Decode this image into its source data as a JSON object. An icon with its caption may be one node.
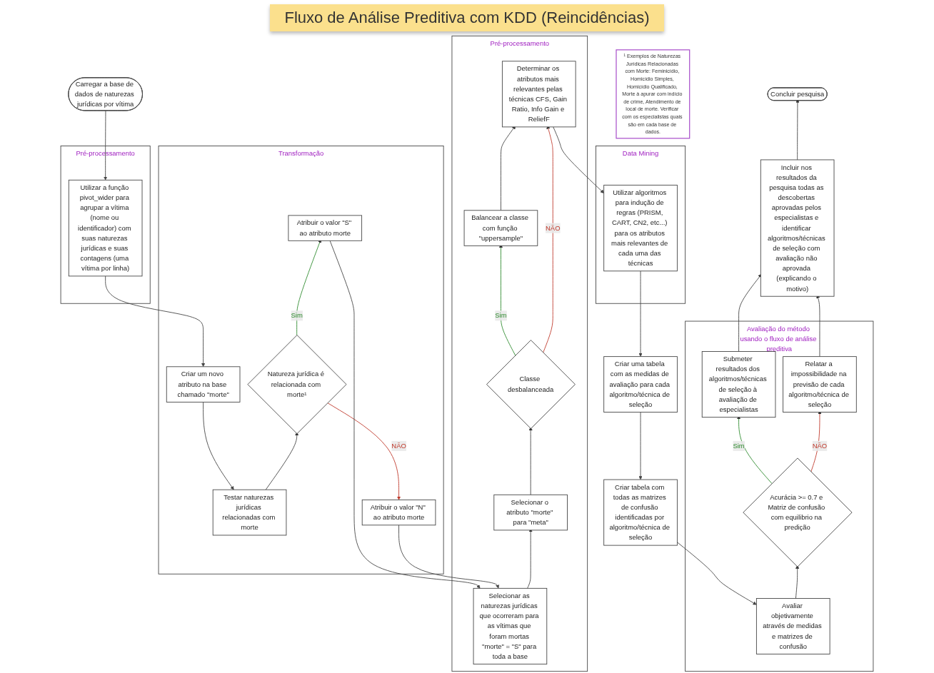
{
  "diagram": {
    "title": "Fluxo de Análise Preditiva com KDD (Reincidências)",
    "nodes": [
      {
        "text": [
          "Carregar a base de dados de naturezas jurídicas por vítima"
        ]
      },
      {
        "text": [
          "Pré-processamento"
        ]
      },
      {
        "text": [
          "Utilizar a função pivot_wider para agrupar a vítima (nome ou identificador) com suas naturezas jurídicas e suas contagens (uma vítima por linha)"
        ],
        "in": 1
      },
      {
        "text": [
          "Transformação"
        ]
      },
      {
        "text": [
          "Criar um novo atributo na base chamado \"morte\""
        ],
        "in": 3
      },
      {
        "text": [
          "Atribuir o valor \"S\" ao atributo morte"
        ],
        "in": 3
      },
      {
        "text": [
          "Natureza jurídica é relacionada com morte¹"
        ],
        "in": 3
      },
      {
        "text": [
          "Testar naturezas jurídicas relacionadas com morte"
        ],
        "in": 3
      },
      {
        "text": [
          "Atribuir o valor \"N\" ao atributo morte"
        ],
        "in": 3
      },
      {
        "text": [
          "Pré-processamento"
        ]
      },
      {
        "text": [
          "Determinar os atributos mais relevantes pelas técnicas CFS, Gain Ratio, Info Gain e ReliefF"
        ],
        "in": 9
      },
      {
        "text": [
          "Balancear a classe com função \"uppersample\""
        ],
        "in": 9
      },
      {
        "text": [
          "Classe desbalanceada"
        ],
        "in": 9
      },
      {
        "text": [
          "Selecionar o atributo \"morte\" para \"meta\""
        ],
        "in": 9
      },
      {
        "text": [
          "Selecionar as naturezas jurídicas que ocorreram para as vítimas que foram mortas \"morte\" = \"S\" para toda a base"
        ],
        "in": 9
      },
      {
        "text": [
          "Data Mining"
        ]
      },
      {
        "text": [
          "Utilizar algoritmos para indução de regras (PRISM, CART, CN2, etc...) para os atributos mais relevantes de cada uma das técnicas"
        ],
        "in": 15
      },
      {
        "text": [
          "Criar uma tabela com as medidas de avaliação para cada algoritmo/técnica de seleção"
        ]
      },
      {
        "text": [
          "Criar tabela com todas as matrizes de confusão identificadas por algoritmo/técnica de seleção"
        ]
      },
      {
        "text": [
          "Concluir pesquisa"
        ]
      },
      {
        "text": [
          "Incluir nos resultados da pesquisa todas as descobertas aprovadas pelos especialistas e identificar algoritmos/técnicas de seleção com avaliação não aprovada (explicando o motivo)"
        ]
      },
      {
        "text": [
          "Avaliação do método usando o fluxo de análise preditiva"
        ]
      },
      {
        "text": [
          "Submeter resultados dos algoritmos/técnicas de seleção à avaliação de especialistas"
        ],
        "in": 21
      },
      {
        "text": [
          "Relatar a impossibilidade na previsão de cada algoritmo/técnica de seleção"
        ],
        "in": 21
      },
      {
        "text": [
          "Acurácia >= 0.7 e Matriz de confusão com equilibrio na predição"
        ],
        "in": 21
      },
      {
        "text": [
          "Avaliar objetivamente através de medidas e matrizes de confusão"
        ],
        "in": 21
      },
      {
        "text": [
          "¹ Exemplos de Naturezas Jurídicas Relacionadas com Morte: Feminicídio, Homicídio Simples, Homicídio Qualificado, Morte à apurar com indício de crime, Atendimento de local de morte. Verificar com os especialistas quais são em cada base de dados."
        ]
      }
    ],
    "edges": [
      {
        "from": 0,
        "to": 2,
        "arrow": "to"
      },
      {
        "from": 2,
        "to": 4,
        "arrow": "to"
      },
      {
        "from": 4,
        "to": 7,
        "arrow": "to"
      },
      {
        "from": 7,
        "to": 6,
        "arrow": "to"
      },
      {
        "from": 6,
        "to": 5,
        "arrow": "to",
        "label": "Sim",
        "color": "#2e8b2e"
      },
      {
        "from": 6,
        "to": 8,
        "arrow": "to",
        "label": "NÃO",
        "color": "#c0392b"
      },
      {
        "from": 5,
        "to": 14,
        "arrow": "to"
      },
      {
        "from": 8,
        "to": 14,
        "arrow": "to"
      },
      {
        "from": 14,
        "to": 13,
        "arrow": "to"
      },
      {
        "from": 13,
        "to": 12,
        "arrow": "to"
      },
      {
        "from": 12,
        "to": 11,
        "arrow": "to",
        "label": "Sim",
        "color": "#2e8b2e"
      },
      {
        "from": 12,
        "to": 10,
        "arrow": "to",
        "label": "NÃO",
        "color": "#c0392b"
      },
      {
        "from": 11,
        "to": 10,
        "arrow": "to"
      },
      {
        "from": 10,
        "to": 16,
        "arrow": "to"
      },
      {
        "from": 16,
        "to": 17,
        "arrow": "to"
      },
      {
        "from": 17,
        "to": 18,
        "arrow": "to"
      },
      {
        "from": 18,
        "to": 25,
        "arrow": "to"
      },
      {
        "from": 25,
        "to": 24,
        "arrow": "to"
      },
      {
        "from": 24,
        "to": 22,
        "arrow": "to",
        "label": "Sim",
        "color": "#2e8b2e"
      },
      {
        "from": 24,
        "to": 23,
        "arrow": "to",
        "label": "NÃO",
        "color": "#c0392b"
      },
      {
        "from": 22,
        "to": 20,
        "arrow": "to"
      },
      {
        "from": 23,
        "to": 20,
        "arrow": "to"
      },
      {
        "from": 20,
        "to": 19,
        "arrow": "to"
      }
    ]
  }
}
